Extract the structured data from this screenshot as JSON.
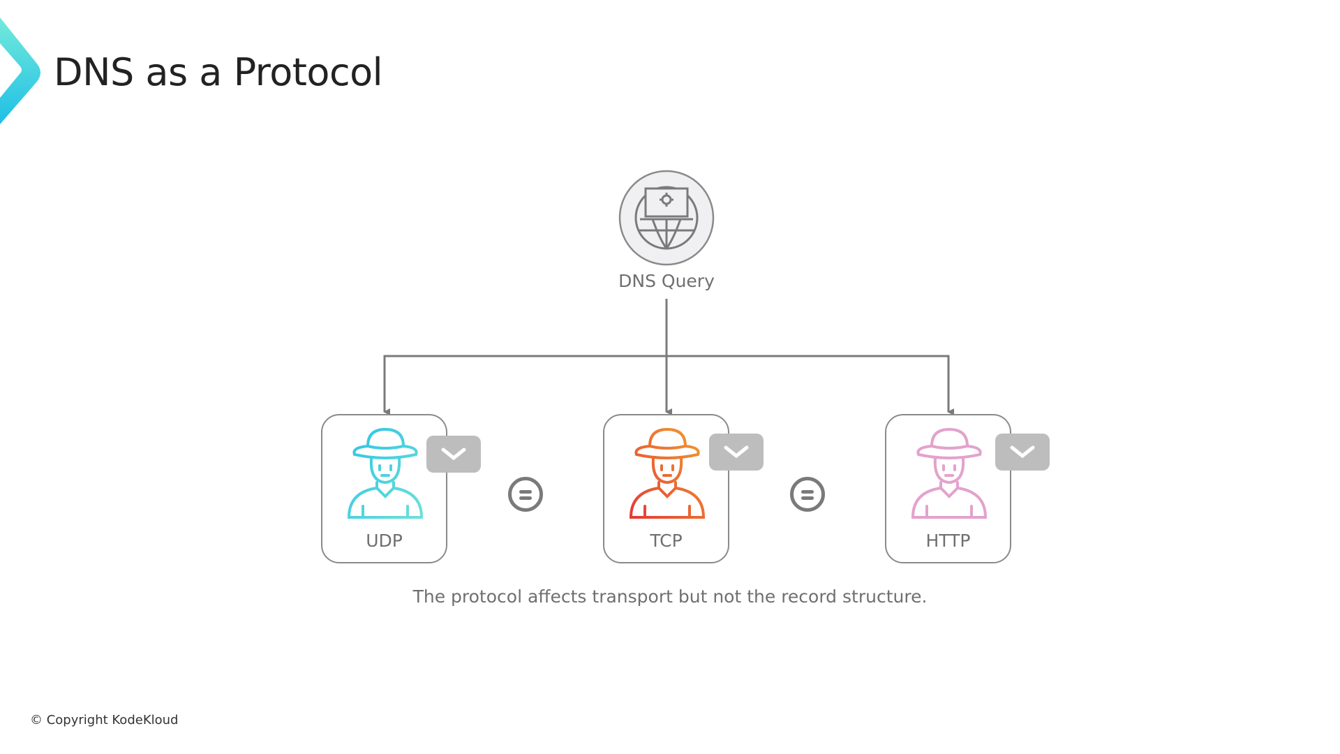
{
  "title": "DNS as a Protocol",
  "diagram": {
    "root": {
      "label": "DNS Query",
      "icon": "dns-server-globe-icon"
    },
    "protocols": [
      {
        "label": "UDP",
        "color_start": "#2bc4e6",
        "color_end": "#6ee0d8"
      },
      {
        "label": "TCP",
        "color_start": "#e53935",
        "color_end": "#f0a030"
      },
      {
        "label": "HTTP",
        "color_start": "#e49bd0",
        "color_end": "#e8a6c0"
      }
    ],
    "caption": "The protocol affects transport but not the record structure."
  },
  "footer": {
    "copyright": "© Copyright KodeKloud"
  },
  "colors": {
    "accent_start": "#6ee6dc",
    "accent_end": "#20c0e4",
    "line": "#7a7a7a"
  }
}
